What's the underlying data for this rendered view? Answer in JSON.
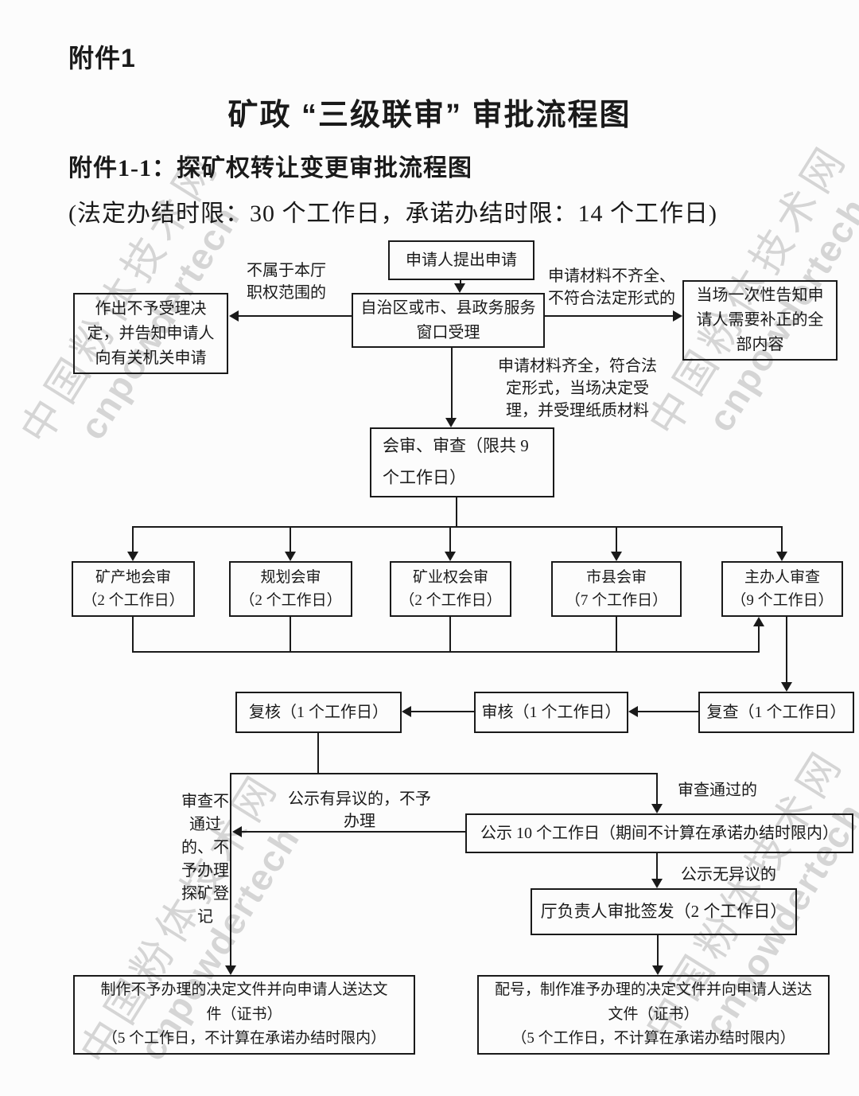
{
  "header": {
    "attachment": "附件1",
    "title": "矿政 “三级联审” 审批流程图",
    "subtitle": "附件1-1：探矿权转让变更审批流程图",
    "time_note": "(法定办结时限：30 个工作日，承诺办结时限：14 个工作日)"
  },
  "watermark": {
    "line1": "中国粉体技术网",
    "line2": "cnpowdertech"
  },
  "colors": {
    "ink": "#1a1a1a",
    "background": "#fcfcfc",
    "watermark_gray": "#969696"
  },
  "flow": {
    "nodes": {
      "apply": "申请人提出申请",
      "window": "自治区或市、县政务服务\n窗口受理",
      "reject_accept": "作出不予受理决\n定，并告知申请人\n向有关机关申请",
      "notify_fix": "当场一次性告知申\n请人需要补正的全\n部内容",
      "joint_review": "会审、审查（限共 9\n个工作日）",
      "review_site": "矿产地会审\n（2 个工作日）",
      "review_plan": "规划会审\n（2 个工作日）",
      "review_right": "矿业权会审\n（2 个工作日）",
      "review_city": "市县会审\n（7 个工作日）",
      "review_host": "主办人审查\n（9 个工作日）",
      "recheck": "复查（1 个工作日）",
      "verify": "审核（1 个工作日）",
      "final_check": "复核（1 个工作日）",
      "publicity": "公示 10 个工作日（期间不计算在承诺办结时限内）",
      "director_sign": "厅负责人审批签发（2 个工作日）",
      "deny_doc": "制作不予办理的决定文件并向申请人送达文\n件（证书）\n（5 个工作日，不计算在承诺办结时限内）",
      "approve_doc": "配号，制作准予办理的决定文件并向申请人送达\n文件（证书）\n（5 个工作日，不计算在承诺办结时限内）"
    },
    "labels": {
      "not_jurisdiction": "不属于本厅\n职权范围的",
      "incomplete": "申请材料不齐全、\n不符合法定形式的",
      "complete": "申请材料齐全，符合法\n定形式，当场决定受\n理，并受理纸质材料",
      "passed": "审查通过的",
      "objection": "公示有异议的，不予\n办理",
      "failed": "审查不\n通过\n的、不\n予办理\n探矿登\n记",
      "no_objection": "公示无异议的"
    }
  }
}
